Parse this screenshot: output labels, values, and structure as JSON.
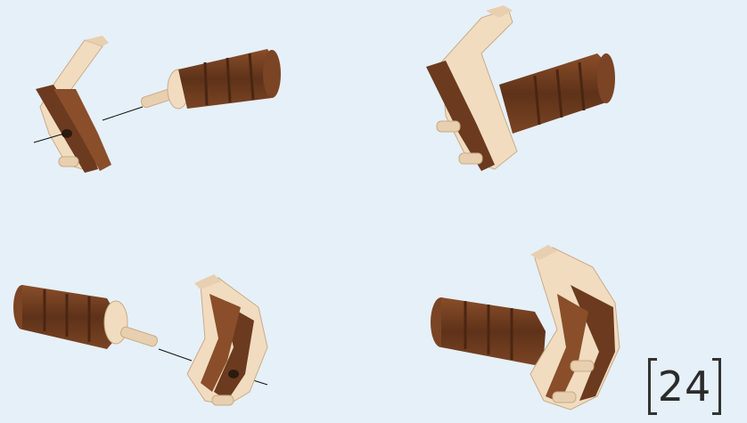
{
  "step": {
    "number": "24"
  },
  "colors": {
    "background": "#e6f0f8",
    "wood_dark": "#6b3a1f",
    "wood_mid": "#8a4e2a",
    "wood_light": "#f1dcc0",
    "guide_line": "#111111"
  },
  "illustrations": [
    {
      "name": "left-part-exploded",
      "parts": [
        "bracket-piece",
        "handle-piece",
        "dowel-peg"
      ]
    },
    {
      "name": "left-part-assembled",
      "parts": [
        "bracket-piece",
        "handle-piece"
      ]
    },
    {
      "name": "right-part-exploded",
      "parts": [
        "handle-piece",
        "bracket-piece",
        "dowel-peg"
      ]
    },
    {
      "name": "right-part-assembled",
      "parts": [
        "handle-piece",
        "bracket-piece"
      ]
    }
  ]
}
